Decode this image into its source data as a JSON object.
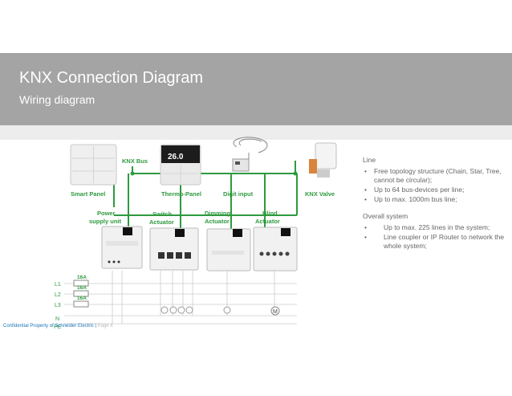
{
  "header": {
    "title": "KNX Connection Diagram",
    "subtitle": "Wiring diagram"
  },
  "labels": {
    "knx_bus": "KNX Bus",
    "smart_panel": "Smart Panel",
    "thermo_panel": "Thermo-Panel",
    "digit_input": "Digit input",
    "knx_valve": "KNX Valve",
    "power_supply_1": "Power",
    "power_supply_2": "supply unit",
    "switch_1": "Switch",
    "switch_2": "Actuator",
    "dimming_1": "Dimming",
    "dimming_2": "Actuator",
    "blind_1": "Blind",
    "blind_2": "Actuator",
    "thermo_display": "26.0",
    "motor": "M"
  },
  "wiring": {
    "fuse1": "16A",
    "fuse2": "16A",
    "fuse3": "16A",
    "l1": "L1",
    "l2": "L2",
    "l3": "L3",
    "n": "N",
    "pe": "PE"
  },
  "sidebar": {
    "line_heading": "Line",
    "line_items": [
      "Free topology structure (Chain, Star, Tree, cannot be circular);",
      "Up to 64 bus-devices per line;",
      "Up to max. 1000m bus line;"
    ],
    "overall_heading": "Overall system",
    "overall_items": [
      "Up to max. 225 lines in the system;",
      "Line coupler or IP Router to network the whole system;"
    ]
  },
  "footer": {
    "text": "Confidential Property of Schneider Electric |",
    "page": "Page 4"
  },
  "colors": {
    "bus": "#2e9a3f",
    "banner": "#a4a4a4"
  }
}
